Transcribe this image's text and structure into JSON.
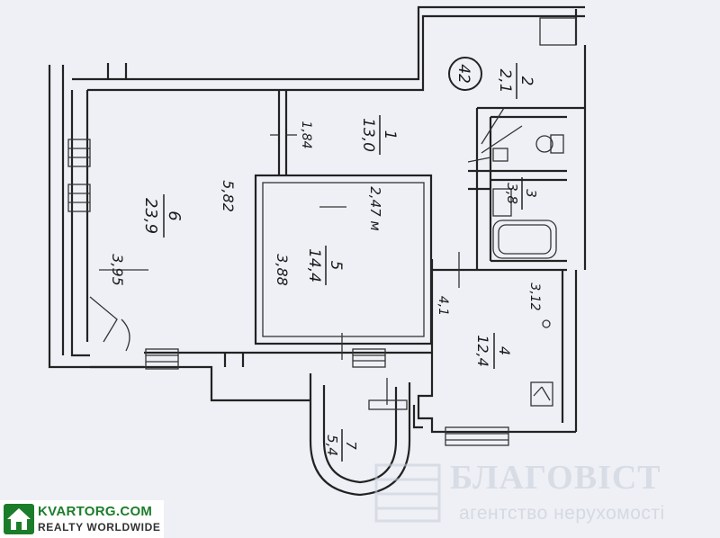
{
  "plan": {
    "wall_color": "#222222",
    "paper_color": "#eef0f6",
    "badge_text": "42",
    "dimensions": [
      {
        "id": "d_3_95",
        "text": "3,95"
      },
      {
        "id": "d_5_82",
        "text": "5,82"
      },
      {
        "id": "d_1_84",
        "text": "1,84"
      },
      {
        "id": "d_3_88",
        "text": "3,88"
      },
      {
        "id": "d_3_12",
        "text": "3,12"
      },
      {
        "id": "d_4_1",
        "text": "4,1"
      },
      {
        "id": "d_ceiling",
        "text": "2,47 м"
      }
    ],
    "rooms": [
      {
        "number": "1",
        "area": "13,0"
      },
      {
        "number": "2",
        "area": "2,1"
      },
      {
        "number": "3",
        "area": "3,8"
      },
      {
        "number": "4",
        "area": "12,4"
      },
      {
        "number": "5",
        "area": "14,4"
      },
      {
        "number": "6",
        "area": "23,9"
      },
      {
        "number": "7",
        "area": "5,4"
      }
    ]
  },
  "logo": {
    "line1": "KVARTORG.COM",
    "line2": "REALTY WORLDWIDE",
    "icon": "house-icon",
    "color": "#1b7d2a"
  },
  "watermark": {
    "name": "БЛАГОВІСТ",
    "subtitle": "агентство нерухомості",
    "icon": "agency-mark-icon"
  }
}
